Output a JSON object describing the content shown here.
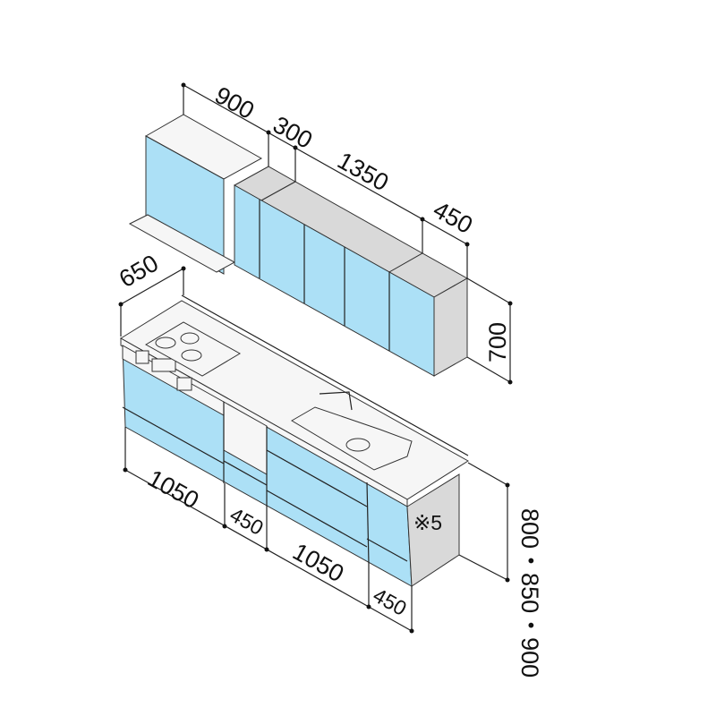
{
  "upper_dimensions": {
    "w1": "900",
    "w2": "300",
    "w3": "1350",
    "w4": "450",
    "height": "700"
  },
  "lower_dimensions": {
    "depth": "650",
    "w1": "1050",
    "w2": "450",
    "w3": "1050",
    "w4": "450",
    "height": "800・850・900"
  },
  "note": "※5",
  "colors": {
    "door": "#ace0f6",
    "side": "#d9d9d9"
  }
}
